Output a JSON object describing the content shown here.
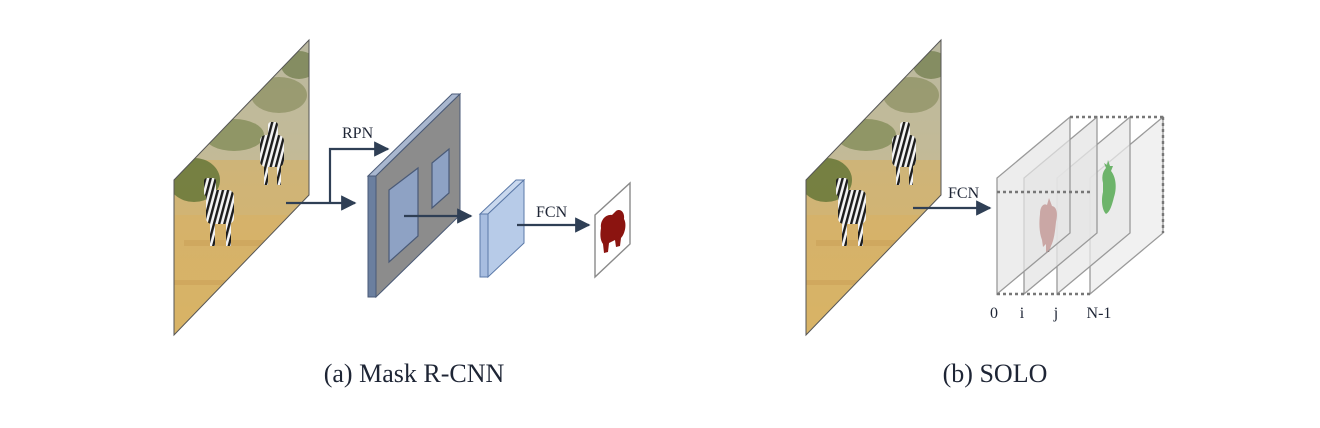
{
  "panel_a": {
    "caption": "(a) Mask R-CNN",
    "rpn_label": "RPN",
    "fcn_label": "FCN",
    "colors": {
      "feature_block_front": "#8c8c8c",
      "feature_block_side": "#6f87aa",
      "roi_fill": "#8ea2c4",
      "roi_feature": "#b7cbe8",
      "mask": "#8b1410",
      "arrow": "#2f3f55"
    }
  },
  "panel_b": {
    "caption": "(b) SOLO",
    "fcn_label": "FCN",
    "channel_labels": [
      "0",
      "i",
      "j",
      "N-1"
    ],
    "colors": {
      "mask_i": "#8b1410",
      "mask_j": "#5fae5c",
      "channel_fill": "#e6e6e6",
      "channel_edge": "#8c8c8c",
      "arrow": "#2f3f55"
    }
  },
  "input_image": {
    "icons": [
      "savanna-photo-icon",
      "zebra-icon"
    ],
    "colors": {
      "sky": "#c9c4a6",
      "grass": "#d9b56c",
      "zebra": "#f2f2f2"
    }
  }
}
